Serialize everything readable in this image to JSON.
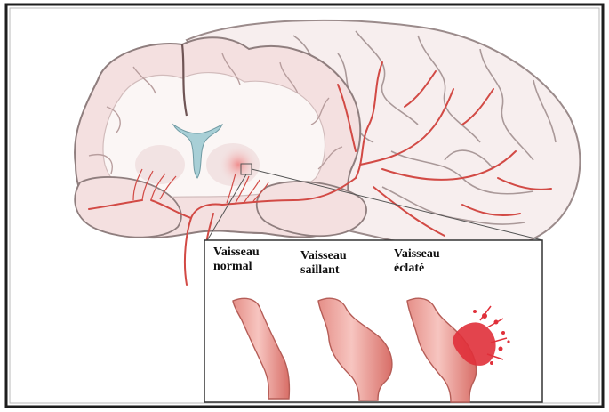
{
  "colors": {
    "brain_fill": "#f6e9e9",
    "brain_outline": "#9a8a8a",
    "white_matter": "#fbf7f6",
    "vessel_red": "#d9534f",
    "vessel_fill": "#f0a9a3",
    "ventricle": "#a9cfd6",
    "bleed": "#e0303a",
    "frame_border": "#222222"
  },
  "inset": {
    "labels": [
      {
        "id": "normal",
        "line1": "Vaisseau",
        "line2": "normal",
        "state": "normal"
      },
      {
        "id": "bulging",
        "line1": "Vaisseau",
        "line2": "saillant",
        "state": "bulging"
      },
      {
        "id": "burst",
        "line1": "Vaisseau",
        "line2": "éclaté",
        "state": "burst"
      }
    ]
  }
}
